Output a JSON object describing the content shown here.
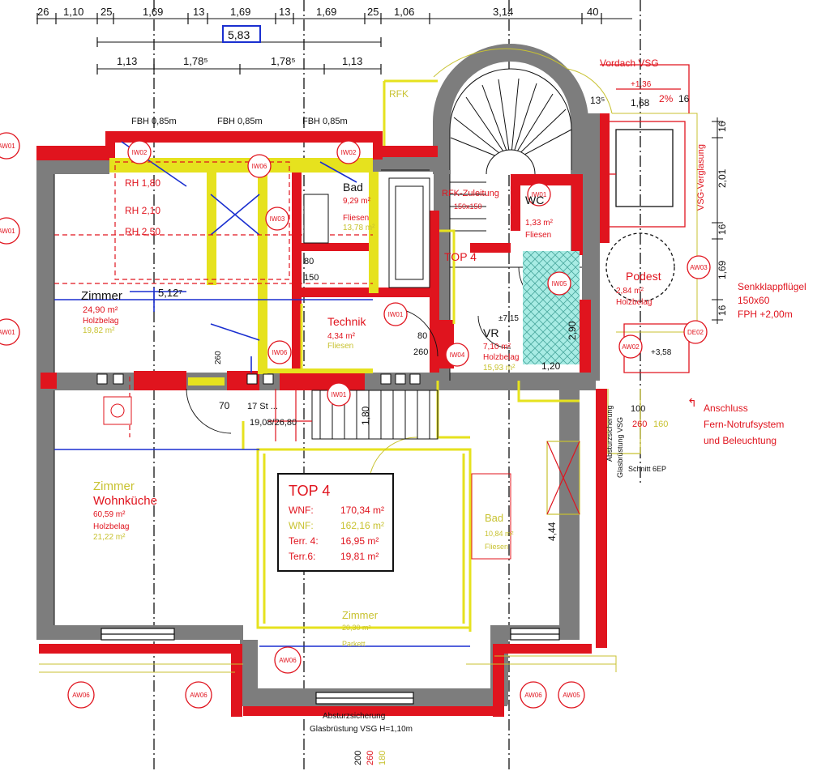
{
  "dimensions": {
    "top_row": [
      "26",
      "1,10",
      "25",
      "1,69",
      "13",
      "1,69",
      "13",
      "1,69",
      "25",
      "1,06",
      "3,14",
      "40"
    ],
    "total_box": "5,83",
    "second_row": [
      "1,13",
      "1,78⁵",
      "1,78⁵",
      "1,13"
    ],
    "fbh_labels": [
      "FBH 0,85m",
      "FBH 0,85m",
      "FBH 0,85m"
    ],
    "right_column": [
      "16",
      "2,01",
      "16",
      "1,69",
      "16"
    ],
    "misc": [
      "13⁵",
      "1,68",
      "2%",
      "16",
      "5,12⁷",
      "1,20",
      "2,90",
      "100",
      "260",
      "160",
      "70",
      "1,80",
      "4,44",
      "80",
      "150",
      "80",
      "260",
      "260",
      "200",
      "260",
      "180"
    ]
  },
  "markers": {
    "aw01": "AW01",
    "aw02": "AW02",
    "aw03": "AW03",
    "aw05": "AW05",
    "aw06": "AW06",
    "iw01": "IW01",
    "iw02": "IW02",
    "iw03": "IW03",
    "iw04": "IW04",
    "iw05": "IW05",
    "iw06": "IW06",
    "de02": "DE02"
  },
  "rooms": {
    "zimmer1": {
      "name": "Zimmer",
      "area": "24,90 m²",
      "floor": "Holzbelag",
      "area2": "19,82 m²"
    },
    "rh": [
      "RH 1,80",
      "RH 2,10",
      "RH 2,50"
    ],
    "bad1": {
      "name": "Bad",
      "area": "9,29 m²",
      "floor": "Fliesen",
      "area2": "13,78 m²"
    },
    "technik": {
      "name": "Technik",
      "area": "4,34 m²",
      "floor": "Fliesen"
    },
    "wc": {
      "name": "WC",
      "area": "1,33 m²",
      "floor": "Fliesen"
    },
    "podest": {
      "name": "Podest",
      "area": "2,84 m²",
      "floor": "Holzbelag"
    },
    "vr": {
      "name": "VR",
      "area": "7,10 m²",
      "floor": "Holzbelag",
      "area2": "15,93 m²"
    },
    "wohnkueche": {
      "name1": "Zimmer",
      "name2": "Wohnküche",
      "area": "60,59 m²",
      "floor": "Holzbelag",
      "area2": "21,22 m²"
    },
    "bad2": {
      "name": "Bad",
      "area": "10,84 m²",
      "floor": "Fliesen"
    },
    "zimmer3": {
      "name": "Zimmer",
      "area": "20,30 m²",
      "floor": "Parkett"
    },
    "stairs": {
      "a": "17 St ...",
      "b": "19,08/26,80"
    },
    "rfk": "RFK",
    "rfk2": "RFK-Zuleitung",
    "rfk2_sub": "150x150",
    "top_label": "TOP 4",
    "level_715": "±7,15",
    "level_358": "+3,58",
    "level_136": "+1,36"
  },
  "top4_box": {
    "title": "TOP 4",
    "rows": [
      {
        "label": "WNF:",
        "value": "170,34 m²"
      },
      {
        "label": "WNF:",
        "value": "162,16 m²"
      },
      {
        "label": "Terr. 4:",
        "value": "16,95 m²"
      },
      {
        "label": "Terr.6:",
        "value": "19,81 m²"
      }
    ]
  },
  "annotations": {
    "vordach": "Vordach VSG",
    "vsg_verglasung": "VSG-Verglasung",
    "senkklapp1": "Senkklappflügel",
    "senkklapp2": "150x60",
    "senkklapp3": "FPH +2,00m",
    "anschluss1": "Anschluss",
    "anschluss2": "Fern-Notrufsystem",
    "anschluss3": "und Beleuchtung",
    "absturz_side": "Absturzsicherung",
    "absturz_side2": "Glasbrüstung VSG",
    "schnitt": "Schnitt 6EP",
    "absturz_bottom": "Absturzsicherung",
    "glas_bottom": "Glasbrüstung VSG H=1,10m"
  },
  "colors": {
    "wall_red": "#e0141e",
    "wall_gray": "#7d7d7d",
    "yellow": "#e6e21e",
    "blue": "#1a2fd0",
    "cyan": "#8fe0d8"
  }
}
